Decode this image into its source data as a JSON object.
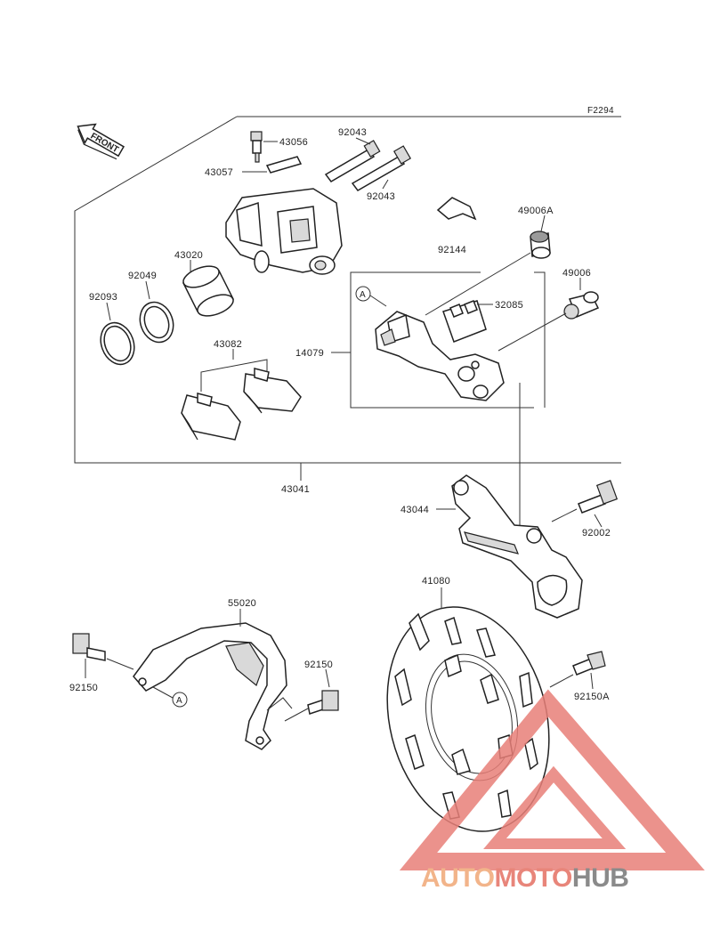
{
  "diagram": {
    "figure_code": "F2294",
    "front_label": "FRONT",
    "callout_letter": "A",
    "labels": {
      "p43056": "43056",
      "p43057": "43057",
      "p92043a": "92043",
      "p92043b": "92043",
      "p92144": "92144",
      "p49006A": "49006A",
      "p43020": "43020",
      "p92049": "92049",
      "p92093": "92093",
      "p49006": "49006",
      "p32085": "32085",
      "p14079": "14079",
      "p43082": "43082",
      "p43041": "43041",
      "p43044": "43044",
      "p92002": "92002",
      "p41080": "41080",
      "p55020": "55020",
      "p92150a": "92150",
      "p92150b": "92150",
      "p92150A": "92150A"
    }
  },
  "watermark": {
    "text_part1": "AUTO",
    "text_part2": "MOTO",
    "text_part3": "HUB",
    "colors": {
      "auto": "#f2b48a",
      "moto": "#e8857a",
      "hub": "#8a8a8a",
      "triangle": "#e87f78"
    }
  }
}
